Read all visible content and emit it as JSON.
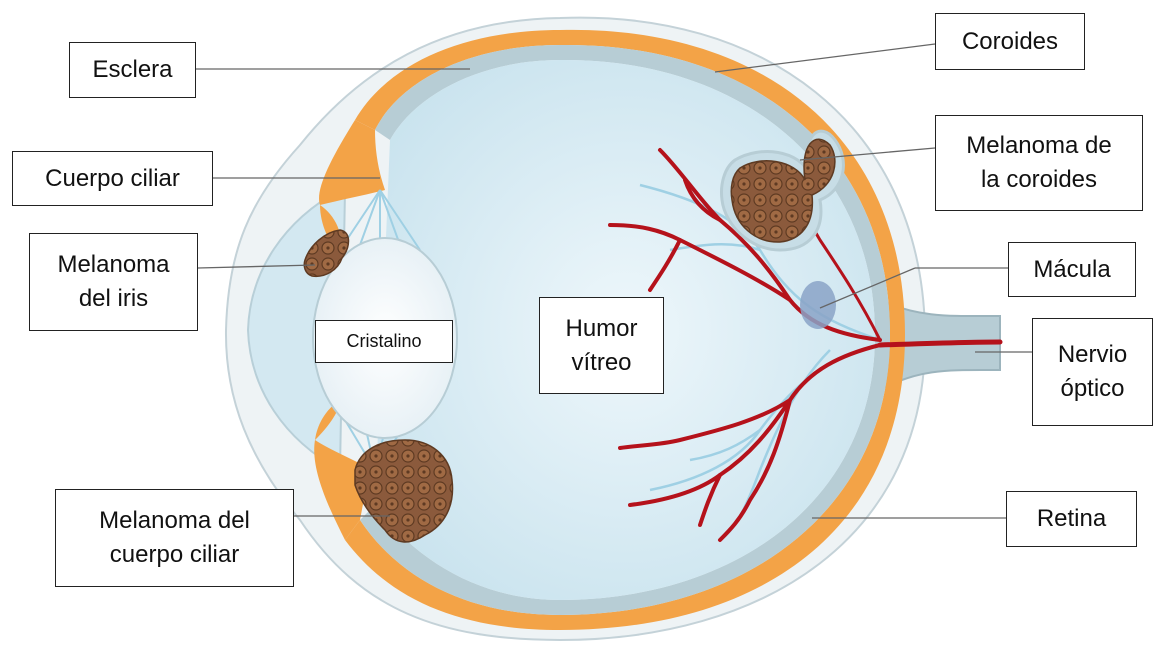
{
  "labels": {
    "esclera": "Esclera",
    "cuerpo_ciliar": "Cuerpo ciliar",
    "melanoma_iris": [
      "Melanoma",
      "del iris"
    ],
    "cristalino": "Cristalino",
    "humor_vitreo": [
      "Humor",
      "vítreo"
    ],
    "melanoma_cuerpo_ciliar": [
      "Melanoma del",
      "cuerpo ciliar"
    ],
    "coroides": "Coroides",
    "melanoma_coroides": [
      "Melanoma de",
      "la coroides"
    ],
    "macula": "Mácula",
    "nervio_optico": [
      "Nervio",
      "óptico"
    ],
    "retina": "Retina"
  },
  "colors": {
    "sclera_orange": "#f3a347",
    "choroid_gray": "#b7cdd5",
    "vitreous": "#d6ebf3",
    "vessel_red": "#b5121b",
    "vessel_blue": "#9fd0e4",
    "tumor_brown": "#8b5a3c",
    "macula": "#8aa3c7"
  }
}
